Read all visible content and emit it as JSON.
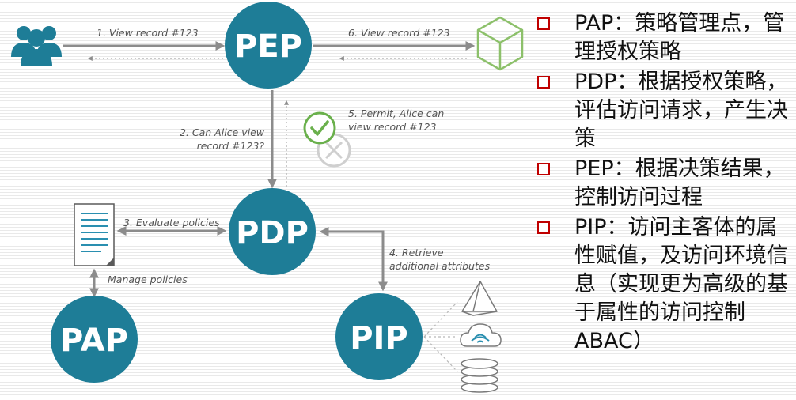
{
  "nodes": {
    "pep": "PEP",
    "pdp": "PDP",
    "pap": "PAP",
    "pip": "PIP"
  },
  "steps": {
    "s1": "1. View record #123",
    "s6": "6. View record #123",
    "s2_line1": "2. Can Alice view",
    "s2_line2": "record #123?",
    "s5_line1": "5. Permit, Alice can",
    "s5_line2": "view record #123",
    "s3": "3. Evaluate policies",
    "s4_line1": "4. Retrieve",
    "s4_line2": "additional attributes",
    "manage": "Manage policies"
  },
  "icons": {
    "users": "users-group-icon",
    "resource": "cube-icon",
    "decision": "check-and-cross-icon",
    "policy": "policy-document-icon",
    "sources": [
      "pyramid-icon",
      "cloud-icon",
      "database-icon"
    ]
  },
  "bullets": [
    "PAP：策略管理点，管理授权策略",
    "PDP：根据授权策略，评估访问请求，产生决策",
    "PEP：根据决策结果，控制访问过程",
    "PIP：访问主客体的属性赋值，及访问环境信息（实现更为高级的基于属性的访问控制ABAC）"
  ],
  "colors": {
    "node": "#1e7d97",
    "arrow": "#8c8c8c",
    "cube": "#8cc06a",
    "check": "#6ab04c",
    "bullet_box": "#c00000"
  }
}
